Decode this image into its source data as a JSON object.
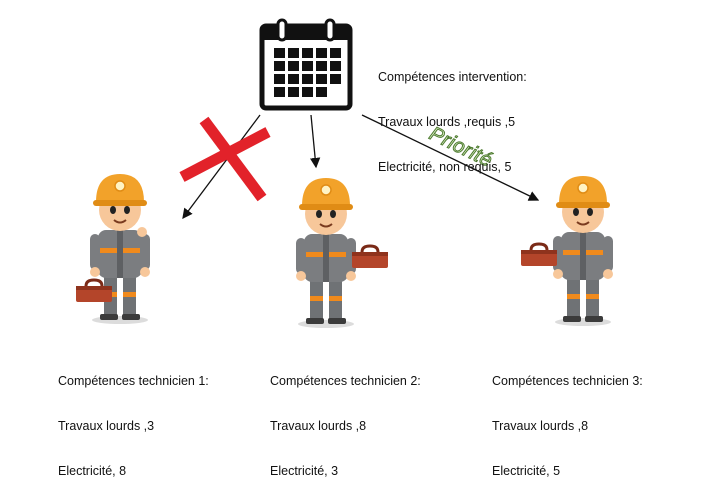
{
  "intervention": {
    "title": "Compétences intervention:",
    "line1": "Travaux lourds ,requis ,5",
    "line2": "Electricité, non requis, 5"
  },
  "priority_label": "Priorité",
  "technicians": [
    {
      "title": "Compétences technicien 1:",
      "line1": "Travaux lourds ,3",
      "line2": "Electricité, 8",
      "status": "rejected"
    },
    {
      "title": "Compétences technicien 2:",
      "line1": "Travaux lourds ,8",
      "line2": "Electricité, 3",
      "status": "eligible"
    },
    {
      "title": "Compétences technicien 3:",
      "line1": "Travaux lourds ,8",
      "line2": "Electricité, 5",
      "status": "priority"
    }
  ],
  "colors": {
    "helmet": "#f2a22a",
    "skin": "#f7c79a",
    "uniform": "#7b7d80",
    "vest_stripe": "#f08a1c",
    "toolbox": "#b4452a",
    "reject_cross": "#e2222a",
    "priority_text": "#d9ecc4"
  },
  "icons": {
    "calendar": "calendar-icon",
    "reject": "red-cross-icon",
    "technician": "technician-figure"
  }
}
